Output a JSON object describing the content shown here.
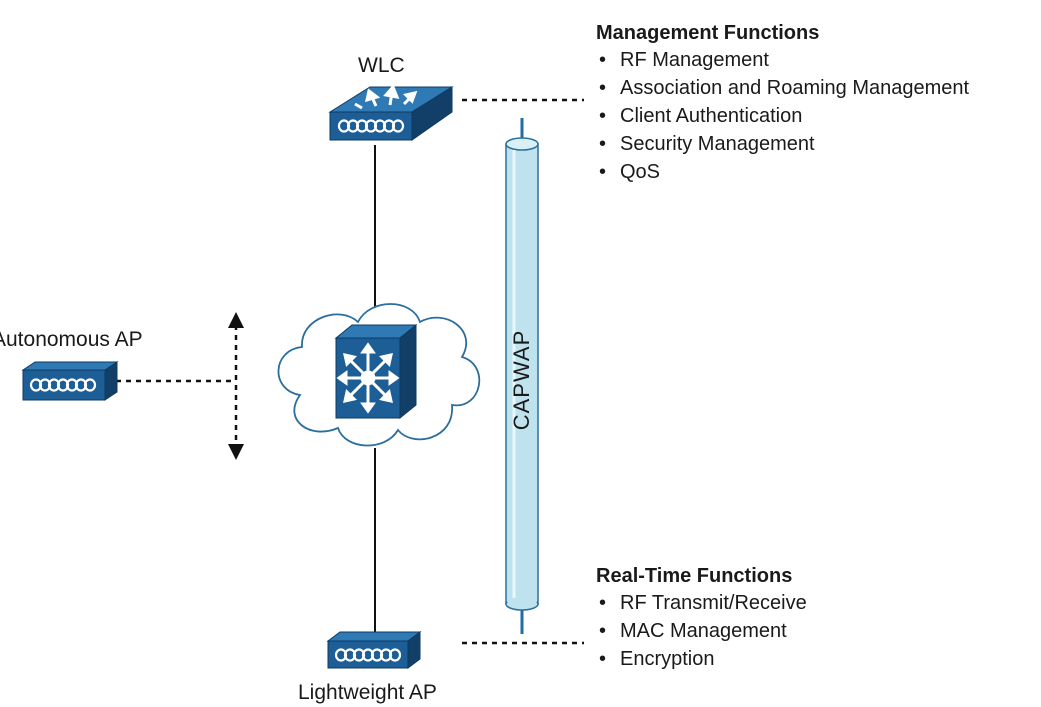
{
  "labels": {
    "wlc": "WLC",
    "autonomous_ap": "Autonomous AP",
    "lightweight_ap": "Lightweight AP",
    "capwap": "CAPWAP"
  },
  "management": {
    "title": "Management Functions",
    "items": [
      "RF Management",
      "Association and Roaming Management",
      "Client Authentication",
      "Security Management",
      "QoS"
    ]
  },
  "realtime": {
    "title": "Real-Time Functions",
    "items": [
      "RF Transmit/Receive",
      "MAC Management",
      "Encryption"
    ]
  },
  "colors": {
    "device_top": "#2f79b5",
    "device_front": "#1d5e96",
    "device_side": "#123f68",
    "device_stroke": "#0e3b63",
    "tunnel_fill": "#bfe3ee",
    "tunnel_stroke": "#2f6f9a",
    "tunnel_cap": "#1f6fa6"
  }
}
